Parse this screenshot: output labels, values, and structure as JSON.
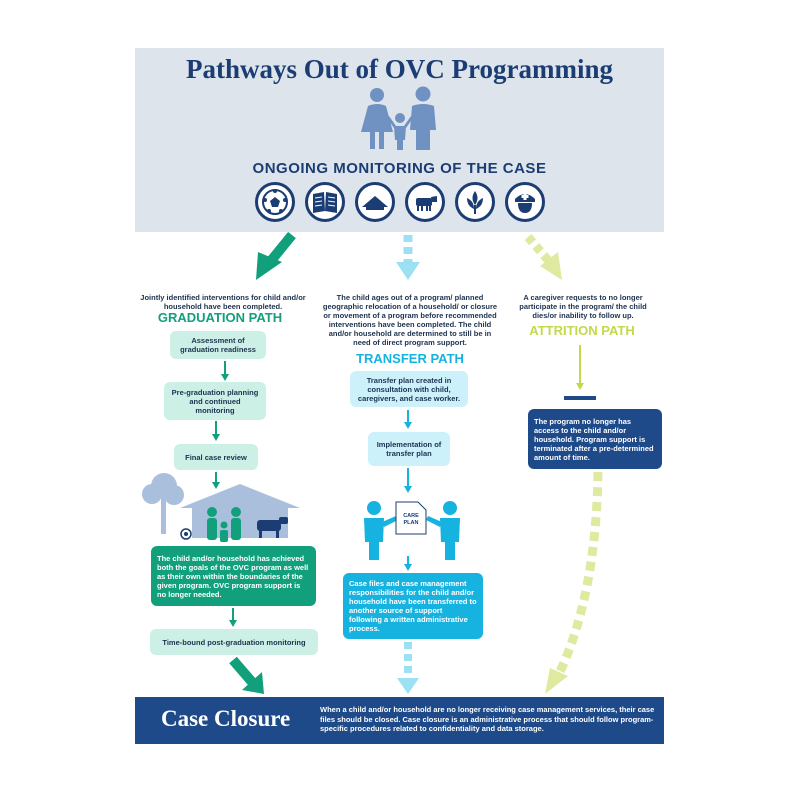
{
  "header": {
    "title": "Pathways Out of OVC Programming",
    "subtitle": "ONGOING MONITORING OF THE CASE",
    "icons": [
      "soccer-ball-icon",
      "book-icon",
      "house-icon",
      "cow-icon",
      "plant-icon",
      "nurse-icon"
    ]
  },
  "graduation": {
    "description": "Jointly identified interventions for child and/or household have been completed.",
    "title": "GRADUATION PATH",
    "steps": [
      "Assessment of graduation readiness",
      "Pre-graduation planning and continued monitoring",
      "Final case review"
    ],
    "outcome": "The child and/or household has achieved both the goals of the OVC program as well as their own within the boundaries of the given program. OVC program support is no longer needed.",
    "final_step": "Time-bound post-graduation monitoring"
  },
  "transfer": {
    "description": "The child ages out of a program/ planned geographic relocation of a household/ or closure or movement of a program before recommended interventions have been completed. The child and/or household are determined to still be in need of direct program support.",
    "title": "TRANSFER PATH",
    "steps": [
      "Transfer plan created in consultation with child, caregivers, and case worker.",
      "Implementation of transfer plan"
    ],
    "document_label": "CARE PLAN",
    "outcome": "Case files and case management responsibilities for the child and/or household have been transferred to another source of support following a written administrative process."
  },
  "attrition": {
    "description": "A caregiver requests to no longer participate in the program/ the child dies/or inability to follow up.",
    "title": "ATTRITION PATH",
    "outcome": "The program no longer has access to the child and/or household. Program support is terminated after a pre-determined amount of time."
  },
  "closure": {
    "title": "Case Closure",
    "text": "When a child and/or household are no longer receiving case management services, their case files should be closed. Case closure is an administrative process that should follow program-specific procedures related to confidentiality and data storage."
  },
  "colors": {
    "navy": "#1b3d73",
    "graduation": "#12a07c",
    "transfer": "#17b3e0",
    "attrition": "#c3d94a",
    "footer": "#1e4a8a"
  }
}
